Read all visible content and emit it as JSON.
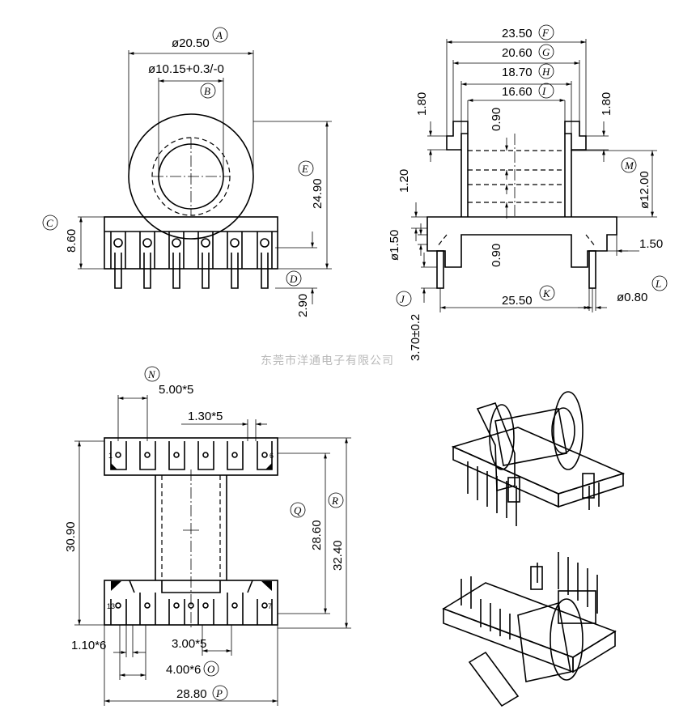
{
  "watermark": "东莞市洋通电子有限公司",
  "front_view": {
    "d_outer": "ø20.50",
    "d_outer_tag": "A",
    "d_inner": "ø10.15+0.3/-0",
    "d_inner_tag": "B",
    "base_h": "8.60",
    "base_h_tag": "C",
    "pin_len": "2.90",
    "pin_len_tag": "D",
    "total_h": "24.90",
    "total_h_tag": "E"
  },
  "side_view": {
    "w1": "23.50",
    "w1_tag": "F",
    "w2": "20.60",
    "w2_tag": "G",
    "w3": "18.70",
    "w3_tag": "H",
    "w4": "16.60",
    "w4_tag": "I",
    "flange_l": "1.80",
    "flange_r": "1.80",
    "wall_top": "0.90",
    "wall_bot": "0.90",
    "step": "1.20",
    "core_d": "ø12.00",
    "core_d_tag": "M",
    "stand_d": "ø1.50",
    "stand_h": "1.50",
    "pin_h": "3.70±0.2",
    "pin_h_tag": "J",
    "pin_span": "25.50",
    "pin_span_tag": "K",
    "pin_d": "ø0.80",
    "pin_d_tag": "L"
  },
  "bottom_view": {
    "pitch": "5.00*5",
    "pitch_tag": "N",
    "slot_w": "1.30*5",
    "h_outer": "30.90",
    "h_mid": "28.60",
    "h_mid_tag": "Q",
    "h_total": "32.40",
    "h_total_tag": "R",
    "pad_w": "1.10*6",
    "pitch2": "3.00*5",
    "pitch3": "4.00*6",
    "pitch3_tag": "O",
    "width": "28.80",
    "width_tag": "P",
    "pin_first": "1",
    "pin_six": "6",
    "pin_thirteen": "13",
    "pin_seven": "7"
  }
}
